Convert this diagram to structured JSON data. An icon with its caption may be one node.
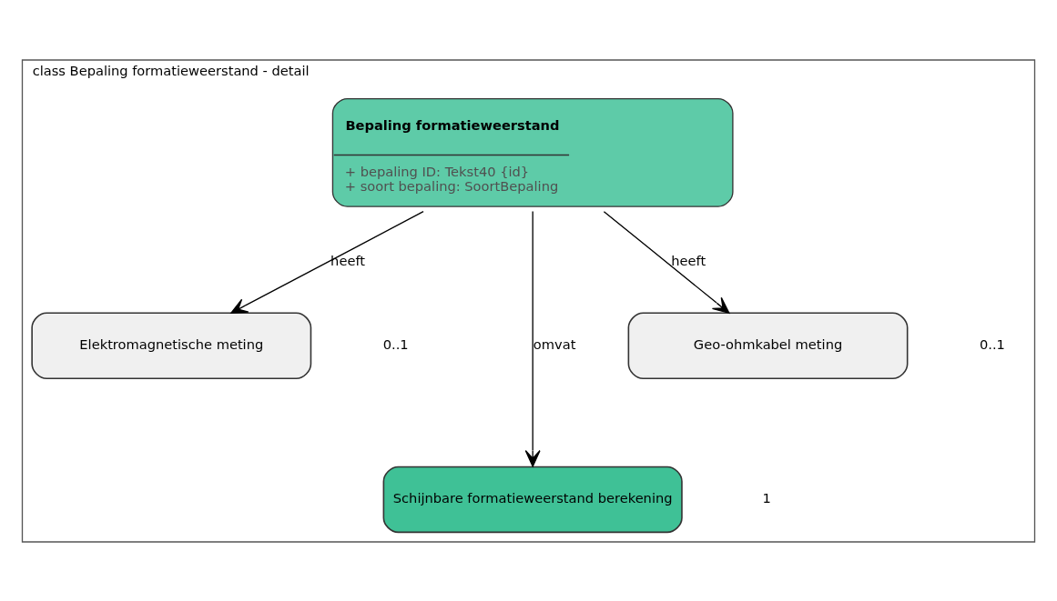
{
  "diagram": {
    "nodes": [
      {
        "text": [
          "class Bepaling formatieweerstand - detail"
        ]
      },
      {
        "text": [
          "Bepaling formatieweerstand",
          "+ bepaling ID: Tekst40 {id}",
          "+ soort bepaling: SoortBepaling"
        ],
        "in": 0
      },
      {
        "text": [
          "Elektromagnetische meting"
        ],
        "in": 0
      },
      {
        "text": [
          "Geo-ohmkabel meting"
        ],
        "in": 0
      },
      {
        "text": [
          "Schijnbare formatieweerstand berekening"
        ],
        "in": 0
      }
    ],
    "edges": [
      {
        "from": 1,
        "to": 2,
        "arrow": "to",
        "label": "heeft"
      },
      {
        "from": 1,
        "to": 4,
        "arrow": "to",
        "label": "omvat"
      },
      {
        "from": 1,
        "to": 3,
        "arrow": "to",
        "label": "heeft"
      }
    ],
    "labels": [
      "0..1",
      "0..1",
      "1"
    ]
  }
}
